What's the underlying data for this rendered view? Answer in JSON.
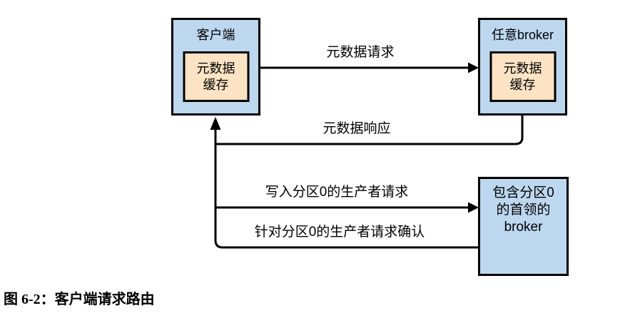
{
  "figure": {
    "caption_prefix": "图 6-2：",
    "caption_title": "客户端请求路由"
  },
  "nodes": {
    "client": {
      "title": "客户端",
      "cache_line1": "元数据",
      "cache_line2": "缓存"
    },
    "any_broker": {
      "title": "任意broker",
      "cache_line1": "元数据",
      "cache_line2": "缓存"
    },
    "leader_broker": {
      "line1": "包含分区0",
      "line2": "的首领的",
      "line3": "broker"
    }
  },
  "edges": {
    "metadata_request": "元数据请求",
    "metadata_response": "元数据响应",
    "produce_request": "写入分区0的生产者请求",
    "produce_ack": "针对分区0的生产者请求确认"
  },
  "colors": {
    "node_fill": "#BDD7EE",
    "cache_fill": "#FBE3C4",
    "line_color": "#000000",
    "bg_color": "#FFFFFF"
  }
}
